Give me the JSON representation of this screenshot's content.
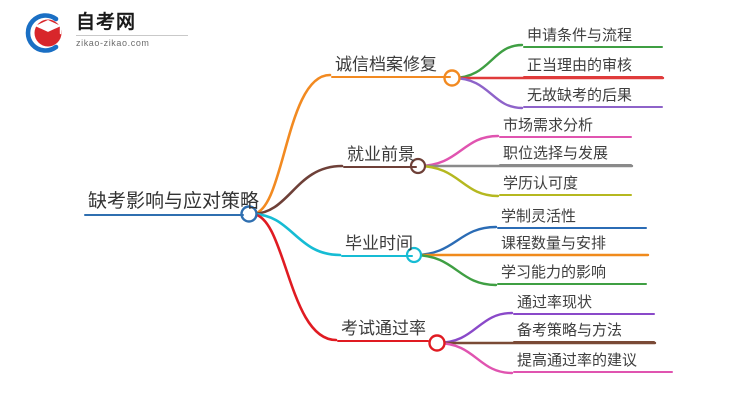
{
  "logo": {
    "title": "自考网",
    "domain": "zikao-zikao.com",
    "mark_icon": "graduation-cap-icon",
    "arc_color": "#1a6fc4",
    "cap_color": "#d8262b"
  },
  "mindmap": {
    "type": "mindmap",
    "root": {
      "label": "缺考影响与应对策略",
      "color": "#2f6fb0"
    },
    "branches": [
      {
        "label": "诚信档案修复",
        "color": "#f28a21",
        "children": [
          {
            "label": "申请条件与流程",
            "color": "#3f9f43"
          },
          {
            "label": "正当理由的审核",
            "color": "#e03b3b"
          },
          {
            "label": "无故缺考的后果",
            "color": "#8e63c9"
          }
        ]
      },
      {
        "label": "就业前景",
        "color": "#6e4038",
        "children": [
          {
            "label": "市场需求分析",
            "color": "#e054b0"
          },
          {
            "label": "职位选择与发展",
            "color": "#8a8a8a"
          },
          {
            "label": "学历认可度",
            "color": "#b5b820"
          }
        ]
      },
      {
        "label": "毕业时间",
        "color": "#16bcd4",
        "children": [
          {
            "label": "学制灵活性",
            "color": "#2b6cb5"
          },
          {
            "label": "课程数量与安排",
            "color": "#f08a1c"
          },
          {
            "label": "学习能力的影响",
            "color": "#3f9f43"
          }
        ]
      },
      {
        "label": "考试通过率",
        "color": "#e01b22",
        "children": [
          {
            "label": "通过率现状",
            "color": "#8a49c9"
          },
          {
            "label": "备考策略与方法",
            "color": "#7a4a36"
          },
          {
            "label": "提高通过率的建议",
            "color": "#e054b0"
          }
        ]
      }
    ]
  }
}
